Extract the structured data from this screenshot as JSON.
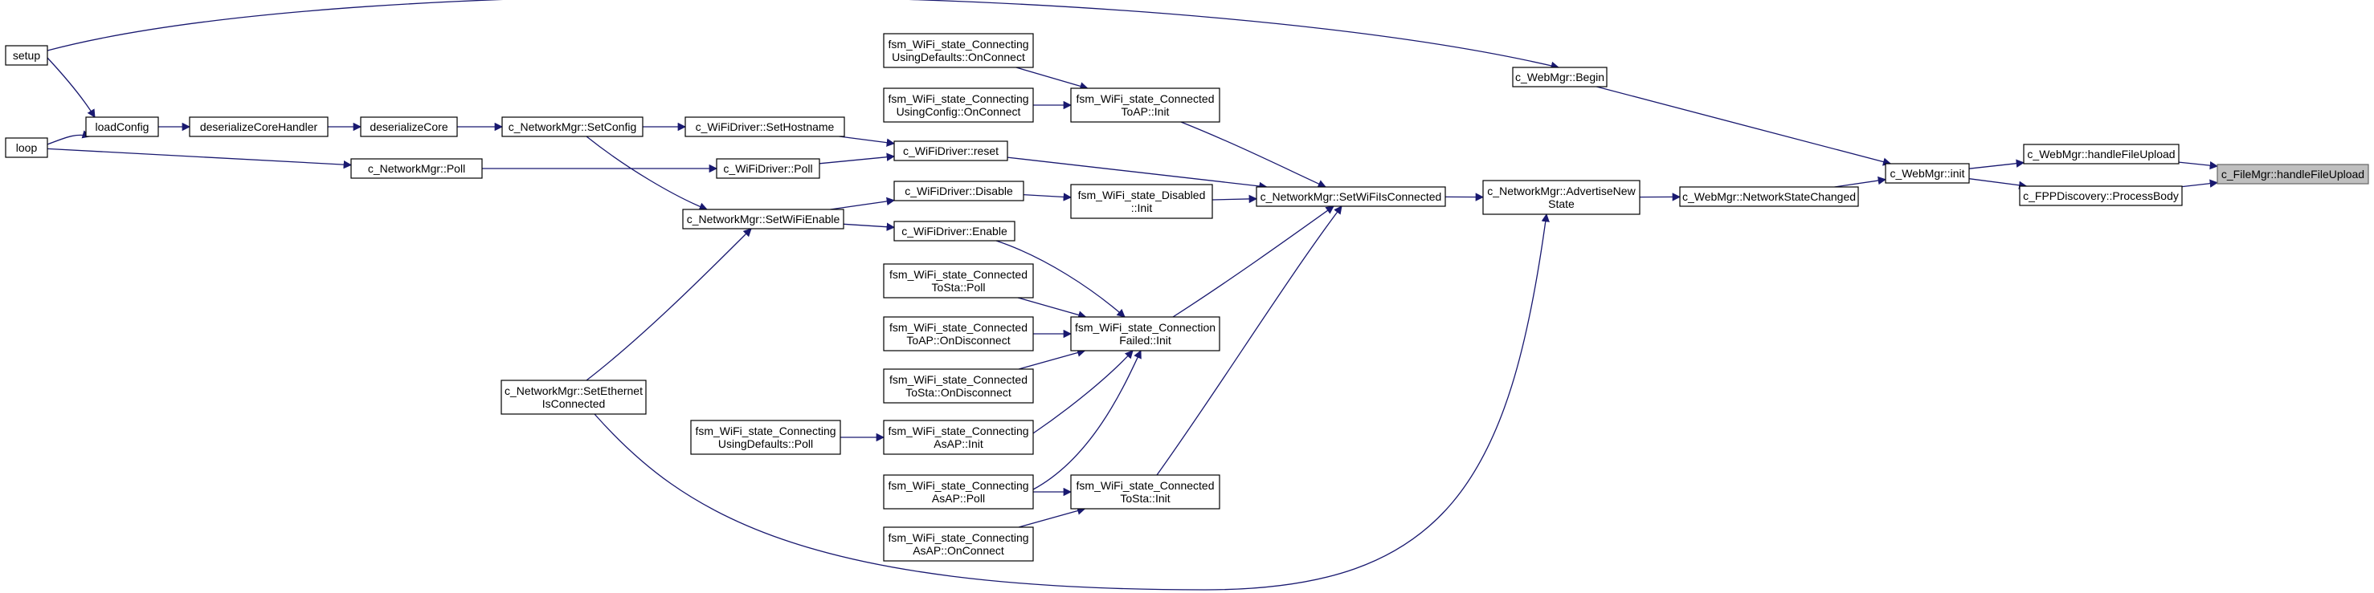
{
  "diagram": {
    "colors": {
      "edge": "#191970",
      "node_border": "#000000",
      "highlight_fill": "#bfbfbf"
    },
    "nodes": [
      {
        "id": "setup",
        "lines": [
          "setup"
        ]
      },
      {
        "id": "loop",
        "lines": [
          "loop"
        ]
      },
      {
        "id": "loadConfig",
        "lines": [
          "loadConfig"
        ]
      },
      {
        "id": "deserializeCoreHandler",
        "lines": [
          "deserializeCoreHandler"
        ]
      },
      {
        "id": "deserializeCore",
        "lines": [
          "deserializeCore"
        ]
      },
      {
        "id": "nm_SetConfig",
        "lines": [
          "c_NetworkMgr::SetConfig"
        ]
      },
      {
        "id": "nm_Poll",
        "lines": [
          "c_NetworkMgr::Poll"
        ]
      },
      {
        "id": "nm_SetWiFiEnable",
        "lines": [
          "c_NetworkMgr::SetWiFiEnable"
        ]
      },
      {
        "id": "nm_SetEthernetIsConnected",
        "lines": [
          "c_NetworkMgr::SetEthernet",
          "IsConnected"
        ]
      },
      {
        "id": "wd_SetHostname",
        "lines": [
          "c_WiFiDriver::SetHostname"
        ]
      },
      {
        "id": "wd_Poll",
        "lines": [
          "c_WiFiDriver::Poll"
        ]
      },
      {
        "id": "wd_reset",
        "lines": [
          "c_WiFiDriver::reset"
        ]
      },
      {
        "id": "wd_Disable",
        "lines": [
          "c_WiFiDriver::Disable"
        ]
      },
      {
        "id": "wd_Enable",
        "lines": [
          "c_WiFiDriver::Enable"
        ]
      },
      {
        "id": "cud_OnConnect",
        "lines": [
          "fsm_WiFi_state_Connecting",
          "UsingDefaults::OnConnect"
        ]
      },
      {
        "id": "cuc_OnConnect",
        "lines": [
          "fsm_WiFi_state_Connecting",
          "UsingConfig::OnConnect"
        ]
      },
      {
        "id": "cta_Init",
        "lines": [
          "fsm_WiFi_state_Connected",
          "ToAP::Init"
        ]
      },
      {
        "id": "dis_Init",
        "lines": [
          "fsm_WiFi_state_Disabled",
          "::Init"
        ]
      },
      {
        "id": "cts_Poll",
        "lines": [
          "fsm_WiFi_state_Connected",
          "ToSta::Poll"
        ]
      },
      {
        "id": "cta_OnDisconnect",
        "lines": [
          "fsm_WiFi_state_Connected",
          "ToAP::OnDisconnect"
        ]
      },
      {
        "id": "cts_OnDisconnect",
        "lines": [
          "fsm_WiFi_state_Connected",
          "ToSta::OnDisconnect"
        ]
      },
      {
        "id": "caa_Init",
        "lines": [
          "fsm_WiFi_state_Connecting",
          "AsAP::Init"
        ]
      },
      {
        "id": "cud_Poll",
        "lines": [
          "fsm_WiFi_state_Connecting",
          "UsingDefaults::Poll"
        ]
      },
      {
        "id": "caa_Poll",
        "lines": [
          "fsm_WiFi_state_Connecting",
          "AsAP::Poll"
        ]
      },
      {
        "id": "caa_OnConnect",
        "lines": [
          "fsm_WiFi_state_Connecting",
          "AsAP::OnConnect"
        ]
      },
      {
        "id": "cf_Init",
        "lines": [
          "fsm_WiFi_state_Connection",
          "Failed::Init"
        ]
      },
      {
        "id": "cts_Init",
        "lines": [
          "fsm_WiFi_state_Connected",
          "ToSta::Init"
        ]
      },
      {
        "id": "nm_SetWiFiIsConnected",
        "lines": [
          "c_NetworkMgr::SetWiFiIsConnected"
        ]
      },
      {
        "id": "nm_AdvertiseNewState",
        "lines": [
          "c_NetworkMgr::AdvertiseNew",
          "State"
        ]
      },
      {
        "id": "wm_NetworkStateChanged",
        "lines": [
          "c_WebMgr::NetworkStateChanged"
        ]
      },
      {
        "id": "wm_Begin",
        "lines": [
          "c_WebMgr::Begin"
        ]
      },
      {
        "id": "wm_init",
        "lines": [
          "c_WebMgr::init"
        ]
      },
      {
        "id": "wm_handleFileUpload",
        "lines": [
          "c_WebMgr::handleFileUpload"
        ]
      },
      {
        "id": "fpp_ProcessBody",
        "lines": [
          "c_FPPDiscovery::ProcessBody"
        ]
      },
      {
        "id": "fm_handleFileUpload",
        "lines": [
          "c_FileMgr::handleFileUpload"
        ],
        "highlight": true
      }
    ],
    "edges": [
      {
        "from": "setup",
        "to": "loadConfig"
      },
      {
        "from": "setup",
        "to": "wm_Begin"
      },
      {
        "from": "loop",
        "to": "loadConfig"
      },
      {
        "from": "loop",
        "to": "nm_Poll"
      },
      {
        "from": "loadConfig",
        "to": "deserializeCoreHandler"
      },
      {
        "from": "deserializeCoreHandler",
        "to": "deserializeCore"
      },
      {
        "from": "deserializeCore",
        "to": "nm_SetConfig"
      },
      {
        "from": "nm_SetConfig",
        "to": "wd_SetHostname"
      },
      {
        "from": "nm_SetConfig",
        "to": "nm_SetWiFiEnable"
      },
      {
        "from": "nm_Poll",
        "to": "wd_Poll"
      },
      {
        "from": "nm_SetWiFiEnable",
        "to": "wd_Disable"
      },
      {
        "from": "nm_SetWiFiEnable",
        "to": "wd_Enable"
      },
      {
        "from": "nm_SetEthernetIsConnected",
        "to": "nm_SetWiFiEnable"
      },
      {
        "from": "nm_SetEthernetIsConnected",
        "to": "nm_AdvertiseNewState"
      },
      {
        "from": "wd_SetHostname",
        "to": "wd_reset"
      },
      {
        "from": "wd_Poll",
        "to": "wd_reset"
      },
      {
        "from": "wd_reset",
        "to": "nm_SetWiFiIsConnected"
      },
      {
        "from": "wd_Disable",
        "to": "dis_Init"
      },
      {
        "from": "wd_Enable",
        "to": "cf_Init"
      },
      {
        "from": "cud_OnConnect",
        "to": "cta_Init"
      },
      {
        "from": "cuc_OnConnect",
        "to": "cta_Init"
      },
      {
        "from": "cta_Init",
        "to": "nm_SetWiFiIsConnected"
      },
      {
        "from": "dis_Init",
        "to": "nm_SetWiFiIsConnected"
      },
      {
        "from": "cts_Poll",
        "to": "cf_Init"
      },
      {
        "from": "cta_OnDisconnect",
        "to": "cf_Init"
      },
      {
        "from": "cts_OnDisconnect",
        "to": "cf_Init"
      },
      {
        "from": "caa_Init",
        "to": "cf_Init"
      },
      {
        "from": "caa_Poll",
        "to": "cf_Init"
      },
      {
        "from": "caa_Poll",
        "to": "cts_Init"
      },
      {
        "from": "caa_OnConnect",
        "to": "cts_Init"
      },
      {
        "from": "cud_Poll",
        "to": "caa_Init"
      },
      {
        "from": "cf_Init",
        "to": "nm_SetWiFiIsConnected"
      },
      {
        "from": "cts_Init",
        "to": "nm_SetWiFiIsConnected"
      },
      {
        "from": "nm_SetWiFiIsConnected",
        "to": "nm_AdvertiseNewState"
      },
      {
        "from": "nm_AdvertiseNewState",
        "to": "wm_NetworkStateChanged"
      },
      {
        "from": "wm_NetworkStateChanged",
        "to": "wm_init"
      },
      {
        "from": "wm_Begin",
        "to": "wm_init"
      },
      {
        "from": "wm_init",
        "to": "wm_handleFileUpload"
      },
      {
        "from": "wm_init",
        "to": "fpp_ProcessBody"
      },
      {
        "from": "wm_handleFileUpload",
        "to": "fm_handleFileUpload"
      },
      {
        "from": "fpp_ProcessBody",
        "to": "fm_handleFileUpload"
      }
    ]
  }
}
